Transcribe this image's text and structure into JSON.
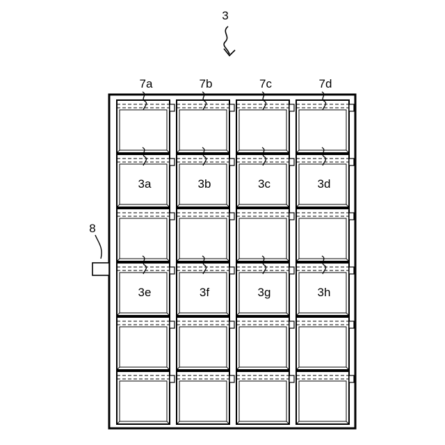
{
  "figure": {
    "reference_numeral": "3",
    "side_component_label": "8",
    "column_labels": [
      "7a",
      "7b",
      "7c",
      "7d"
    ],
    "row2_labels": [
      "3a",
      "3b",
      "3c",
      "3d"
    ],
    "row4_labels": [
      "3e",
      "3f",
      "3g",
      "3h"
    ],
    "rows": 6,
    "columns": 4,
    "line_color": "#000000",
    "background_color": "#ffffff"
  }
}
